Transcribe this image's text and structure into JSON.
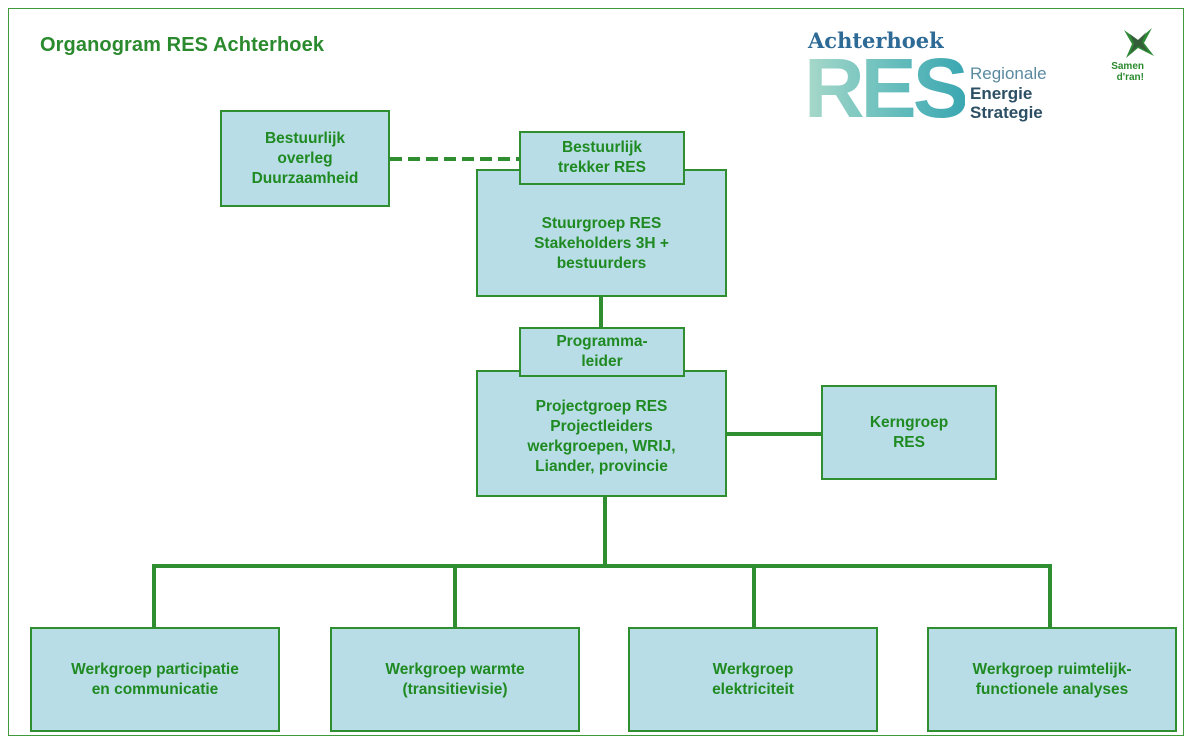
{
  "title": "Organogram RES Achterhoek",
  "logo": {
    "region": "Achterhoek",
    "acronym": "RES",
    "line1": "Regionale",
    "line2": "Energie",
    "line3": "Strategie",
    "slogan": "Samen\nd'ran!"
  },
  "nodes": {
    "bestuurlijk_overleg": "Bestuurlijk\noverleg\nDuurzaamheid",
    "bestuurlijk_trekker": "Bestuurlijk\ntrekker RES",
    "stuurgroep": "Stuurgroep RES\nStakeholders 3H +\nbestuurders",
    "programmaleider": "Programma-\nleider",
    "projectgroep": "Projectgroep RES\nProjectleiders\nwerkgroepen, WRIJ,\nLiander, provincie",
    "kerngroep": "Kerngroep\nRES",
    "wg_participatie": "Werkgroep participatie\nen communicatie",
    "wg_warmte": "Werkgroep warmte\n(transitievisie)",
    "wg_elektriciteit": "Werkgroep\nelektriciteit",
    "wg_ruimtelijk": "Werkgroep ruimtelijk-\nfunctionele analyses"
  },
  "colors": {
    "box_fill": "#b9dde6",
    "box_border": "#2f8f30",
    "line": "#2f8f30",
    "text": "#1f8a22"
  }
}
